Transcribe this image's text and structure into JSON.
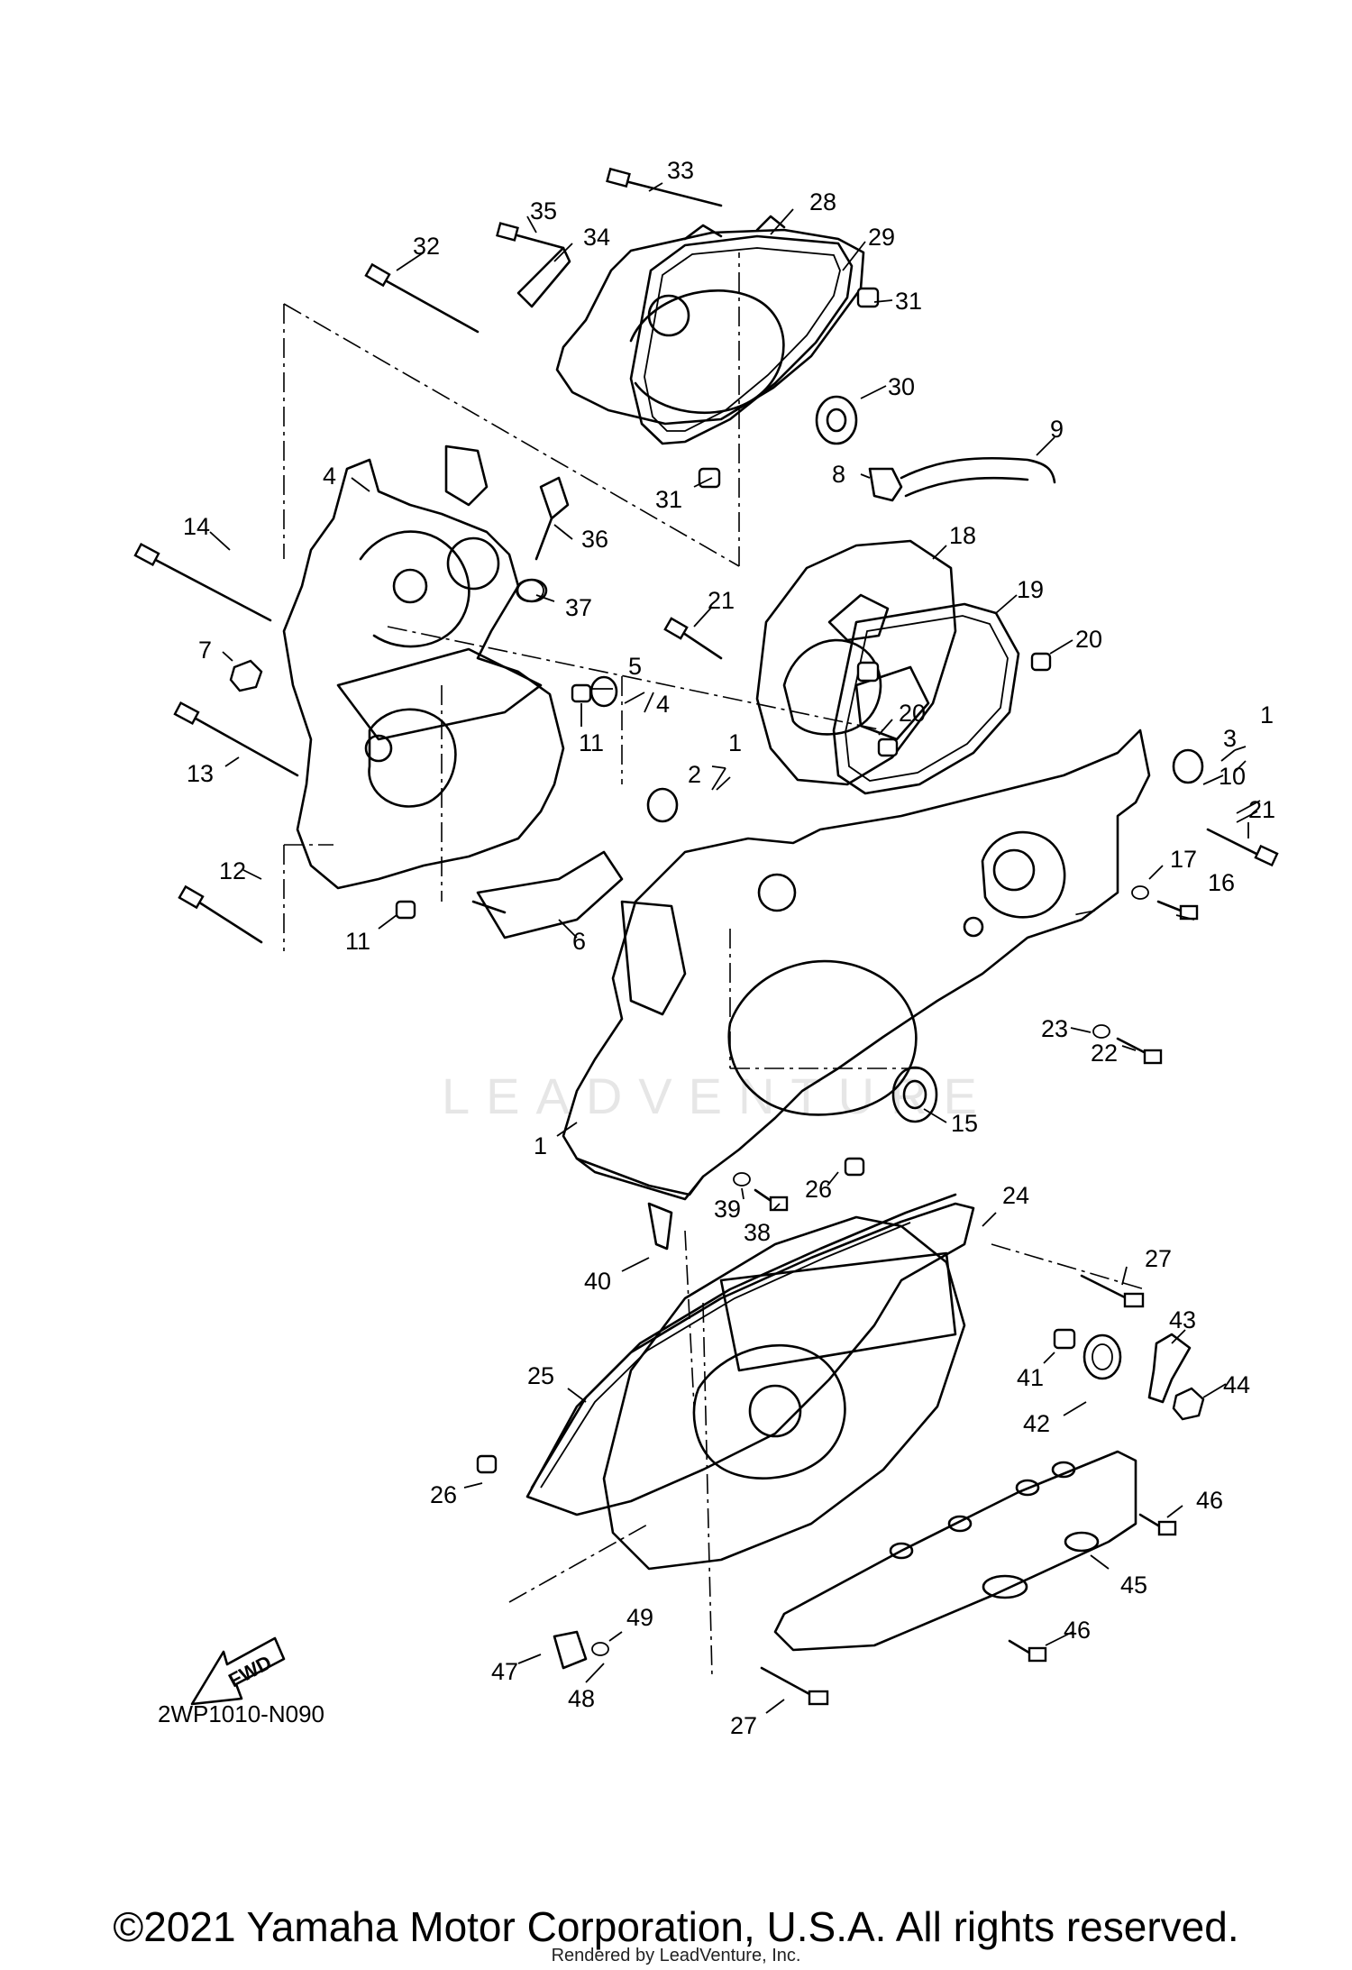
{
  "diagram": {
    "code": "2WP1010-N090",
    "fwd_label": "FWD",
    "watermark": "LEADVENTURE",
    "callouts": [
      "33",
      "35",
      "28",
      "34",
      "32",
      "29",
      "31",
      "30",
      "9",
      "8",
      "31",
      "4",
      "36",
      "18",
      "14",
      "37",
      "21",
      "19",
      "20",
      "7",
      "5",
      "4",
      "11",
      "13",
      "20",
      "1",
      "3",
      "10",
      "21",
      "2",
      "1",
      "12",
      "17",
      "16",
      "6",
      "11",
      "23",
      "22",
      "15",
      "1",
      "26",
      "39",
      "38",
      "24",
      "27",
      "40",
      "43",
      "41",
      "44",
      "25",
      "42",
      "26",
      "46",
      "45",
      "49",
      "46",
      "47",
      "48",
      "27"
    ]
  },
  "footer": {
    "copyright": "©2021 Yamaha Motor Corporation, U.S.A. All rights reserved.",
    "rendered_by": "Rendered by LeadVenture, Inc."
  }
}
